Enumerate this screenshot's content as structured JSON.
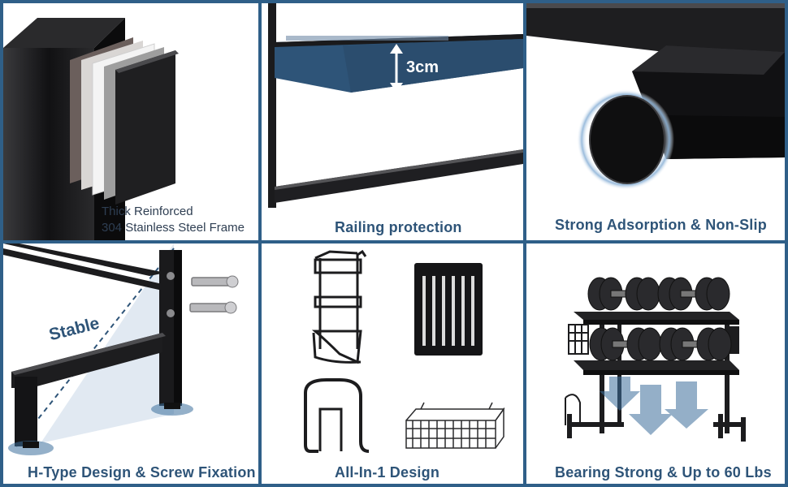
{
  "panels": {
    "frame": {
      "caption_line1": "Thick Reinforced",
      "caption_line2": "304 Stainless Steel Frame"
    },
    "railing": {
      "caption": "Railing protection",
      "measure": "3cm"
    },
    "nonslip": {
      "caption": "Strong Adsorption & Non-Slip"
    },
    "htype": {
      "caption": "H-Type Design & Screw Fixation",
      "stable_label": "Stable"
    },
    "allinone": {
      "caption": "All-In-1 Design"
    },
    "bearing": {
      "caption": "Bearing Strong & Up to 60 Lbs"
    }
  },
  "colors": {
    "border": "#2f5f88",
    "caption": "#2e5478",
    "steel": "#1c1c1e",
    "highlight": "#2e5478"
  }
}
